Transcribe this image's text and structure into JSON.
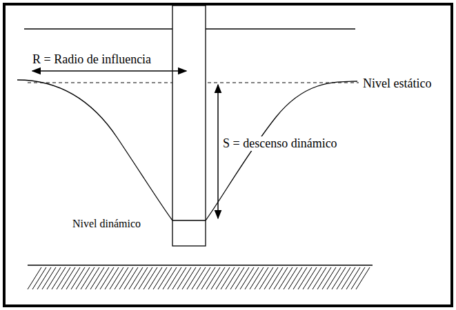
{
  "diagram": {
    "labels": [
      "R = Radio de influencia",
      "Nivel estático",
      "S = descenso dinámico",
      "Nivel dinámico"
    ]
  }
}
